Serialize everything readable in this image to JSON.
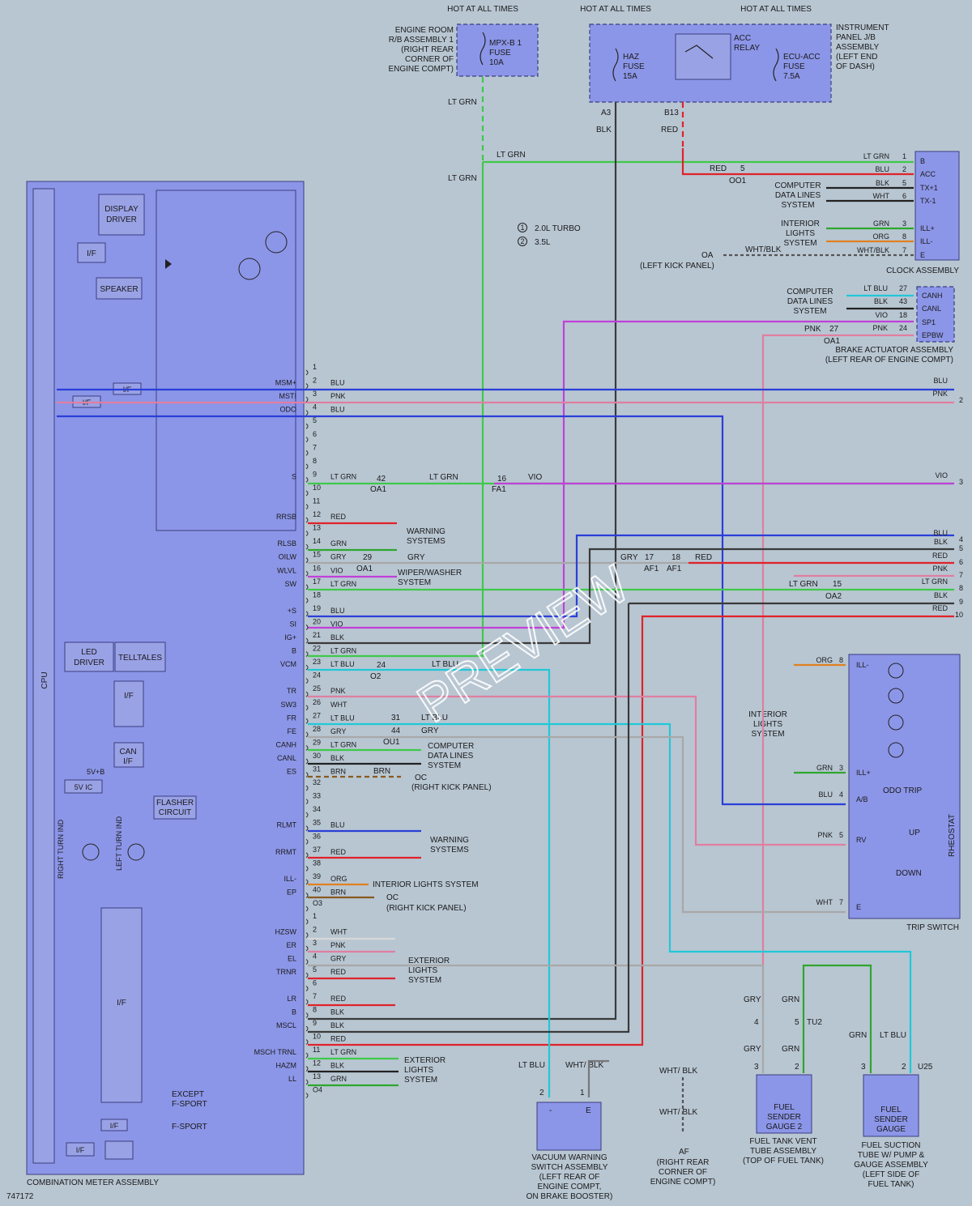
{
  "diagram_id": "747172",
  "watermark": "PREVIEW",
  "top": {
    "hot1": "HOT AT ALL TIMES",
    "hot2": "HOT AT ALL TIMES",
    "hot3": "HOT AT ALL TIMES",
    "engine_room": [
      "ENGINE ROOM",
      "R/B ASSEMBLY 1",
      "(RIGHT REAR",
      "CORNER OF",
      "ENGINE COMPT)"
    ],
    "mpx_fuse": [
      "MPX-B 1",
      "FUSE",
      "10A"
    ],
    "haz_fuse": [
      "HAZ",
      "FUSE",
      "15A"
    ],
    "acc_relay": [
      "ACC",
      "RELAY"
    ],
    "ecu_fuse": [
      "ECU-ACC",
      "FUSE",
      "7.5A"
    ],
    "ipjb": [
      "INSTRUMENT",
      "PANEL J/B",
      "ASSEMBLY",
      "(LEFT END",
      "OF DASH)"
    ],
    "a3": "A3",
    "b13": "B13",
    "blk": "BLK",
    "red": "RED",
    "ltgrn": "LT GRN"
  },
  "legend": {
    "one": "2.0L TURBO",
    "two": "3.5L"
  },
  "clock": {
    "title": "CLOCK ASSEMBLY",
    "pins": [
      "B",
      "ACC",
      "TX+1",
      "TX-1",
      "ILL+",
      "ILL-",
      "E"
    ],
    "wires": [
      "LT GRN",
      "BLU",
      "BLK",
      "WHT",
      "GRN",
      "ORG",
      "WHT/BLK"
    ],
    "nums": [
      "1",
      "2",
      "5",
      "6",
      "3",
      "8",
      "7"
    ],
    "cdl": [
      "COMPUTER",
      "DATA LINES",
      "SYSTEM"
    ],
    "ils": [
      "INTERIOR",
      "LIGHTS",
      "SYSTEM"
    ],
    "red": "RED",
    "five": "5",
    "oo1": "OO1",
    "oa": "OA",
    "whtblk": "WHT/BLK",
    "lkp": "(LEFT KICK PANEL)"
  },
  "brake": {
    "pins": [
      "CANH",
      "CANL",
      "SP1",
      "EPBW"
    ],
    "wires": [
      "LT BLU",
      "BLK",
      "VIO",
      "PNK"
    ],
    "nums": [
      "27",
      "43",
      "18",
      "24"
    ],
    "cdl": [
      "COMPUTER",
      "DATA LINES",
      "SYSTEM"
    ],
    "pnk": "PNK",
    "n27": "27",
    "oa1": "OA1",
    "title": [
      "BRAKE ACTUATOR ASSEMBLY",
      "(LEFT REAR OF ENGINE COMPT)"
    ]
  },
  "meter": {
    "title": "COMBINATION METER ASSEMBLY",
    "cpu": "CPU",
    "display": [
      "DISPLAY",
      "DRIVER"
    ],
    "speaker": "SPEAKER",
    "if": "I/F",
    "led": [
      "LED",
      "DRIVER"
    ],
    "telltales": "TELLTALES",
    "can": [
      "CAN",
      "I/F"
    ],
    "ic": "5V IC",
    "fivevb": "5V+B",
    "flasher": [
      "FLASHER",
      "CIRCUIT"
    ],
    "rti": "RIGHT TURN IND",
    "lti": "LEFT TURN IND",
    "except": [
      "EXCEPT",
      "F-SPORT"
    ],
    "fsport": "F-SPORT"
  },
  "o2pins": [
    {
      "n": "1",
      "sig": "",
      "w": ""
    },
    {
      "n": "2",
      "sig": "MSM+",
      "w": "BLU"
    },
    {
      "n": "3",
      "sig": "MSTI",
      "w": "PNK"
    },
    {
      "n": "4",
      "sig": "ODO",
      "w": "BLU"
    },
    {
      "n": "5",
      "sig": "",
      "w": ""
    },
    {
      "n": "6",
      "sig": "",
      "w": ""
    },
    {
      "n": "7",
      "sig": "",
      "w": ""
    },
    {
      "n": "8",
      "sig": "",
      "w": ""
    },
    {
      "n": "9",
      "sig": "S",
      "w": "LT GRN"
    },
    {
      "n": "10",
      "sig": "",
      "w": ""
    },
    {
      "n": "11",
      "sig": "",
      "w": ""
    },
    {
      "n": "12",
      "sig": "RRSB",
      "w": "RED"
    },
    {
      "n": "13",
      "sig": "",
      "w": ""
    },
    {
      "n": "14",
      "sig": "RLSB",
      "w": "GRN"
    },
    {
      "n": "15",
      "sig": "OILW",
      "w": "GRY"
    },
    {
      "n": "16",
      "sig": "WLVL",
      "w": "VIO"
    },
    {
      "n": "17",
      "sig": "SW",
      "w": "LT GRN"
    },
    {
      "n": "18",
      "sig": "",
      "w": ""
    },
    {
      "n": "19",
      "sig": "+S",
      "w": "BLU"
    },
    {
      "n": "20",
      "sig": "SI",
      "w": "VIO"
    },
    {
      "n": "21",
      "sig": "IG+",
      "w": "BLK"
    },
    {
      "n": "22",
      "sig": "B",
      "w": "LT GRN"
    },
    {
      "n": "23",
      "sig": "VCM",
      "w": "LT BLU"
    },
    {
      "n": "24",
      "sig": "",
      "w": ""
    },
    {
      "n": "25",
      "sig": "TR",
      "w": "PNK"
    },
    {
      "n": "26",
      "sig": "SW3",
      "w": "WHT"
    },
    {
      "n": "27",
      "sig": "FR",
      "w": "LT BLU"
    },
    {
      "n": "28",
      "sig": "FE",
      "w": "GRY"
    },
    {
      "n": "29",
      "sig": "CANH",
      "w": "LT GRN"
    },
    {
      "n": "30",
      "sig": "CANL",
      "w": "BLK"
    },
    {
      "n": "31",
      "sig": "ES",
      "w": "BRN"
    },
    {
      "n": "32",
      "sig": "",
      "w": ""
    },
    {
      "n": "33",
      "sig": "",
      "w": ""
    },
    {
      "n": "34",
      "sig": "",
      "w": ""
    },
    {
      "n": "35",
      "sig": "RLMT",
      "w": "BLU"
    },
    {
      "n": "36",
      "sig": "",
      "w": ""
    },
    {
      "n": "37",
      "sig": "RRMT",
      "w": "RED"
    },
    {
      "n": "38",
      "sig": "",
      "w": ""
    },
    {
      "n": "39",
      "sig": "ILL-",
      "w": "ORG"
    },
    {
      "n": "40",
      "sig": "EP",
      "w": "BRN"
    },
    {
      "n": "O3",
      "sig": "",
      "w": ""
    }
  ],
  "o4pins": [
    {
      "n": "1",
      "sig": "",
      "w": ""
    },
    {
      "n": "2",
      "sig": "HZSW",
      "w": "WHT"
    },
    {
      "n": "3",
      "sig": "ER",
      "w": "PNK"
    },
    {
      "n": "4",
      "sig": "EL",
      "w": "GRY"
    },
    {
      "n": "5",
      "sig": "TRNR",
      "w": "RED"
    },
    {
      "n": "6",
      "sig": "",
      "w": ""
    },
    {
      "n": "7",
      "sig": "LR",
      "w": "RED"
    },
    {
      "n": "8",
      "sig": "B",
      "w": "BLK"
    },
    {
      "n": "9",
      "sig": "MSCL",
      "w": "BLK"
    },
    {
      "n": "10",
      "sig": "",
      "w": "RED"
    },
    {
      "n": "11",
      "sig": "MSCH TRNL",
      "w": "LT GRN"
    },
    {
      "n": "12",
      "sig": "HAZM",
      "w": "BLK"
    },
    {
      "n": "13",
      "sig": "LL",
      "w": "GRN"
    },
    {
      "n": "O4",
      "sig": "",
      "w": ""
    }
  ],
  "labels": {
    "warning": [
      "WARNING",
      "SYSTEMS"
    ],
    "wiper": [
      "WIPER/WASHER",
      "SYSTEM"
    ],
    "cdl": [
      "COMPUTER",
      "DATA LINES",
      "SYSTEM"
    ],
    "ext": [
      "EXTERIOR",
      "LIGHTS",
      "SYSTEM"
    ],
    "ils": "INTERIOR LIGHTS SYSTEM",
    "oc": "OC",
    "rkp": "(RIGHT KICK PANEL)",
    "ltgrn": "LT GRN",
    "n42": "42",
    "oa1": "OA1",
    "n16": "16",
    "fa1": "FA1",
    "vio": "VIO",
    "n29": "29",
    "gry": "GRY",
    "n17": "17",
    "af1": "AF1",
    "n18": "18",
    "red": "RED",
    "n15": "15",
    "oa2": "OA2",
    "n24": "24",
    "o2": "O2",
    "ltblu": "LT BLU",
    "n31": "31",
    "ou1": "OU1",
    "brn": "BRN",
    "n44": "44"
  },
  "right_edge": [
    {
      "w": "BLU",
      "n": ""
    },
    {
      "w": "PNK",
      "n": "2"
    },
    {
      "w": "VIO",
      "n": "3"
    },
    {
      "w": "BLU",
      "n": "4"
    },
    {
      "w": "BLK",
      "n": "5"
    },
    {
      "w": "RED",
      "n": "6"
    },
    {
      "w": "PNK",
      "n": "7"
    },
    {
      "w": "LT GRN",
      "n": "8"
    },
    {
      "w": "BLK",
      "n": "9"
    },
    {
      "w": "RED",
      "n": "10"
    }
  ],
  "trip": {
    "title": "TRIP SWITCH",
    "pins": [
      "ILL-",
      "ILL+",
      "A/B",
      "RV",
      "E"
    ],
    "wires": [
      "ORG",
      "GRN",
      "BLU",
      "PNK",
      "WHT"
    ],
    "nums": [
      "8",
      "3",
      "4",
      "5",
      "7"
    ],
    "odo": "ODO TRIP",
    "up": "UP",
    "down": "DOWN",
    "rheostat": "RHEOSTAT",
    "ils": [
      "INTERIOR",
      "LIGHTS",
      "SYSTEM"
    ]
  },
  "bottom": {
    "ltblu": "LT BLU",
    "whtblk": "WHT/ BLK",
    "n2": "2",
    "n1": "1",
    "vacuum": [
      "VACUUM WARNING",
      "SWITCH ASSEMBLY",
      "(LEFT REAR OF",
      "ENGINE COMPT,",
      "ON BRAKE BOOSTER)"
    ],
    "af": "AF",
    "af_loc": [
      "(RIGHT REAR",
      "CORNER OF",
      "ENGINE COMPT)"
    ],
    "gry": "GRY",
    "grn": "GRN",
    "tu2": "TU2",
    "u25": "U25",
    "gauge2": [
      "FUEL",
      "SENDER",
      "GAUGE 2"
    ],
    "gauge": [
      "FUEL",
      "SENDER",
      "GAUGE"
    ],
    "vent": [
      "FUEL TANK VENT",
      "TUBE ASSEMBLY",
      "(TOP OF FUEL TANK)"
    ],
    "suction": [
      "FUEL SUCTION",
      "TUBE W/ PUMP &",
      "GAUGE ASSEMBLY",
      "(LEFT SIDE OF",
      "FUEL TANK)"
    ]
  },
  "colors": {
    "blu": "#2a3fd8",
    "pnk": "#e07ea0",
    "ltgrn": "#3fc94a",
    "red": "#e0222a",
    "vio": "#c040d8",
    "blk": "#3a3a3a",
    "gry": "#a8a8a8",
    "ltblu": "#20c8d8",
    "grn": "#2fa62f",
    "org": "#e08020",
    "brn": "#8a5a20",
    "wht": "#d8d8d8"
  }
}
